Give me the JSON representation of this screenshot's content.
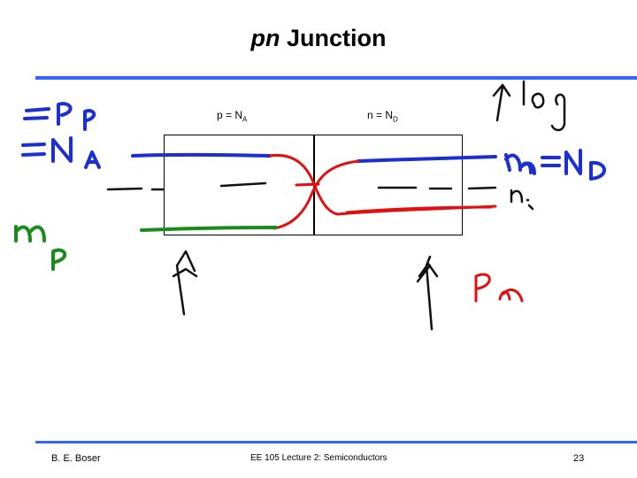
{
  "slide": {
    "title_italic": "pn",
    "title_rest": " Junction",
    "p_label": {
      "prefix": "p = N",
      "sub": "A"
    },
    "n_label": {
      "prefix": "n = N",
      "sub": "D"
    },
    "footer_left": "B. E. Boser",
    "footer_center": "EE 105 Lecture 2: Semiconductors",
    "page_number": "23"
  },
  "colors": {
    "accent_rule": "#3366ff",
    "ink_blue": "#1c2fd0",
    "ink_red": "#e01010",
    "ink_green": "#1a8a1a",
    "ink_black": "#111111"
  }
}
